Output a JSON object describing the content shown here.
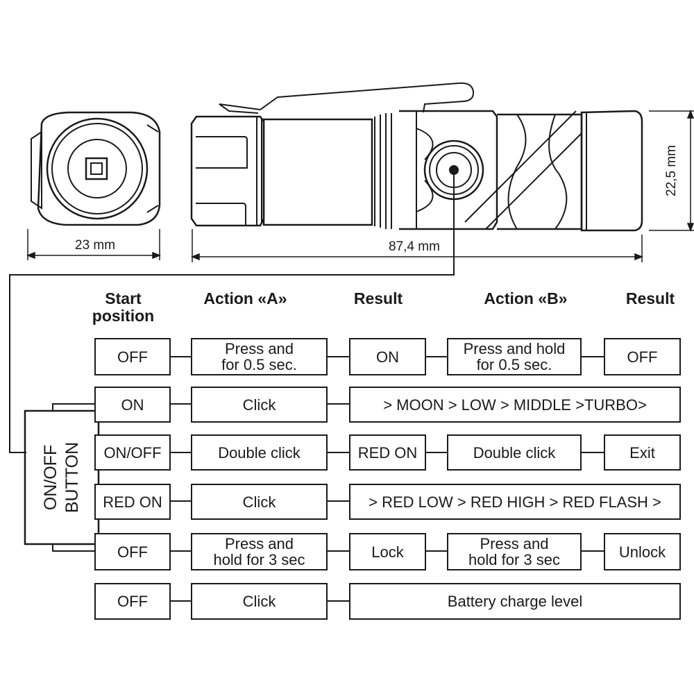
{
  "dimensions": {
    "width": "23 mm",
    "length": "87,4 mm",
    "height": "22,5 mm"
  },
  "button_label": "ON/OFF\nBUTTON",
  "headers": {
    "start": "Start\nposition",
    "action_a": "Action «A»",
    "result_a": "Result",
    "action_b": "Action «B»",
    "result_b": "Result"
  },
  "rows": [
    {
      "start": "OFF",
      "action_a": "Press and\nfor 0.5 sec.",
      "result_a": "ON",
      "action_b": "Press and hold\nfor 0.5 sec.",
      "result_b": "OFF"
    },
    {
      "start": "ON",
      "action_a": "Click",
      "result_wide": "> MOON > LOW > MIDDLE >TURBO>"
    },
    {
      "start": "ON/OFF",
      "action_a": "Double click",
      "result_a": "RED ON",
      "action_b": "Double click",
      "result_b": "Exit"
    },
    {
      "start": "RED ON",
      "action_a": "Click",
      "result_wide": "> RED LOW > RED HIGH > RED FLASH >"
    },
    {
      "start": "OFF",
      "action_a": "Press and\nhold for 3 sec",
      "result_a": "Lock",
      "action_b": "Press and\nhold for 3 sec",
      "result_b": "Unlock"
    },
    {
      "start": "OFF",
      "action_a": "Click",
      "result_wide": "Battery charge level"
    }
  ],
  "colors": {
    "line": "#1a1a1a",
    "background": "#ffffff"
  }
}
